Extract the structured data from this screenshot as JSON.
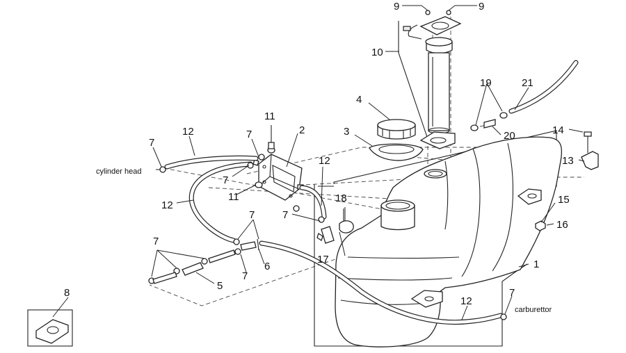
{
  "diagram": {
    "background": "#ffffff",
    "ink": "#222222",
    "callouts": {
      "c1": "1",
      "c2": "2",
      "c3": "3",
      "c4": "4",
      "c5": "5",
      "c6": "6",
      "c7": "7",
      "c8": "8",
      "c9": "9",
      "c10": "10",
      "c11": "11",
      "c12": "12",
      "c13": "13",
      "c14": "14",
      "c15": "15",
      "c16": "16",
      "c17": "17",
      "c18": "18",
      "c19": "19",
      "c20": "20",
      "c21": "21"
    },
    "notes": {
      "cylinder_head": "cylinder head",
      "carburettor": "carburettor"
    }
  }
}
